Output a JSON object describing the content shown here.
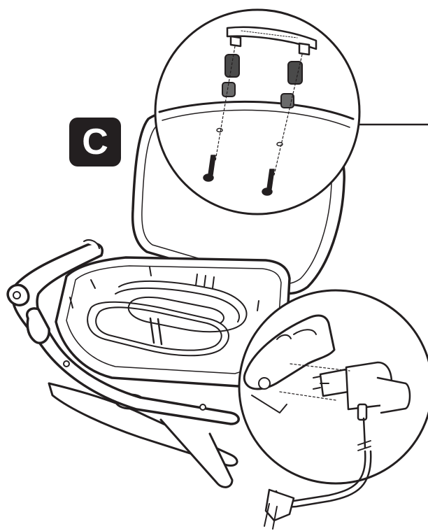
{
  "step": {
    "label": "C"
  },
  "colors": {
    "ink": "#231f20",
    "paper": "#ffffff",
    "badge": "#231f20"
  },
  "callouts": [
    {
      "name": "lid-handle-assembly-detail"
    },
    {
      "name": "power-cord-connection-detail"
    }
  ]
}
